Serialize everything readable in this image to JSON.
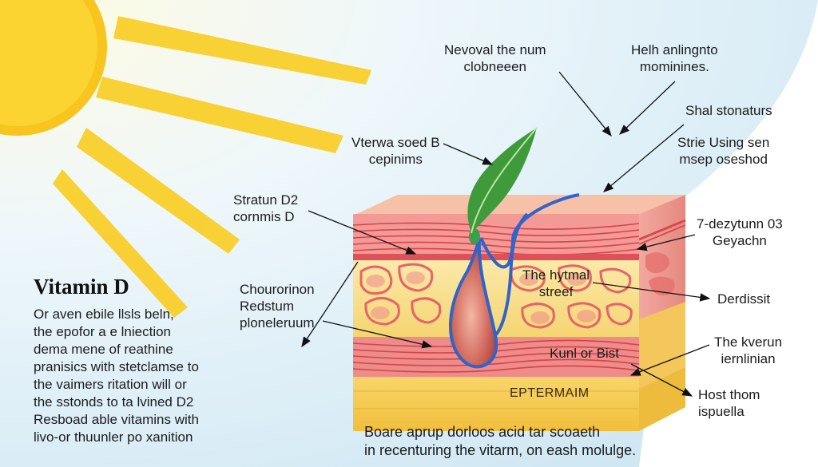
{
  "diagram": {
    "title": "Vitamin D",
    "description_lines": [
      "Or aven ebile llsls beln,",
      "the epofor a e lniection",
      "dema mene of reathine",
      "pranisics with stetclamse to",
      "the vaimers ritation will or",
      "the sstonds to ta lvined D2",
      "Resboad able vitamins with",
      "livo-or thuunler po xanition"
    ],
    "labels": {
      "top_left": [
        "Nevoval the num",
        "clobneeen"
      ],
      "top_right": [
        "Helh anlingnto",
        "mominines."
      ],
      "shal": [
        "Shal stonaturs"
      ],
      "strie": [
        "Strie Using sen",
        "msep oseshod"
      ],
      "vterwa": [
        "Vterwa soed B",
        "cepinims"
      ],
      "stratun": [
        "Stratun D2",
        "cornmis D"
      ],
      "dezytunn": [
        "7-dezytunn 03",
        "Geyachn"
      ],
      "chourorinon": [
        "Chourorinon",
        "Redstum",
        "ploneleruum"
      ],
      "hytmal": [
        "The hytmal",
        "streef"
      ],
      "derdissit": [
        "Derdissit"
      ],
      "kverun": [
        "The kverun",
        "iernlinian"
      ],
      "kunl": [
        "Kunl or Bist"
      ],
      "host": [
        "Host thom",
        "ispuella"
      ],
      "epidermis": "EPTERMAIM",
      "bottom": [
        "Boare aprup dorloos acid tar scoaeth",
        "in recenturing the vitarm, on eash molulge."
      ]
    }
  }
}
